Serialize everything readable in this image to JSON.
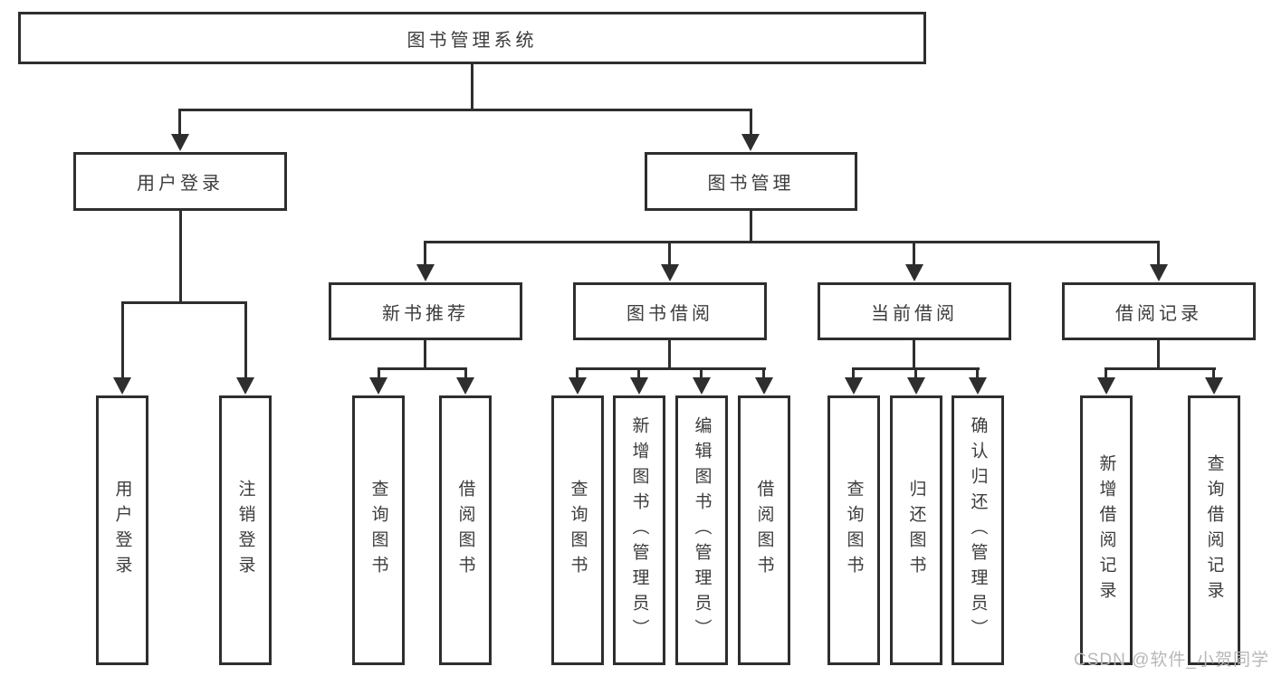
{
  "diagram": {
    "root": "图书管理系统",
    "level2": {
      "user_login": "用户登录",
      "book_mgmt": "图书管理"
    },
    "level3": {
      "new_book": "新书推荐",
      "book_borrow": "图书借阅",
      "current_borrow": "当前借阅",
      "borrow_record": "借阅记录"
    },
    "leaves": {
      "user_login": [
        "用户登录",
        "注销登录"
      ],
      "new_book": [
        "查询图书",
        "借阅图书"
      ],
      "book_borrow": [
        "查询图书",
        "新增图书（管理员）",
        "编辑图书（管理员）",
        "借阅图书"
      ],
      "current_borrow": [
        "查询图书",
        "归还图书",
        "确认归还（管理员）"
      ],
      "borrow_record": [
        "新增借阅记录",
        "查询借阅记录"
      ]
    }
  },
  "watermark": "CSDN @软件_小贺同学",
  "colors": {
    "line": "#2e2e2e",
    "text": "#3c3c3c",
    "watermark": "#b8b8b8",
    "background": "#ffffff"
  }
}
